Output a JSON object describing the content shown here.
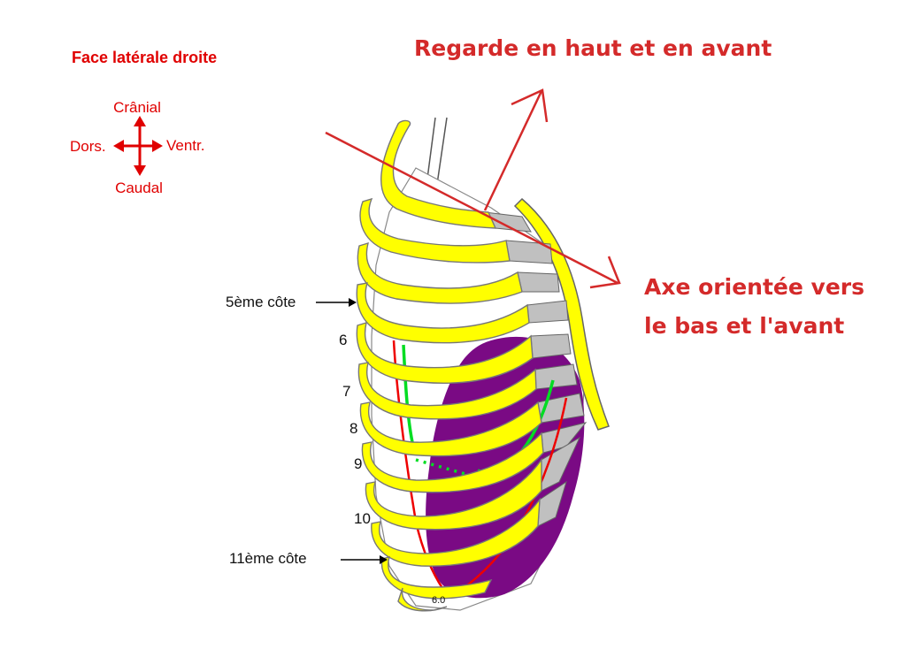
{
  "title": "Face latérale droite",
  "orientation": {
    "cranial": "Crânial",
    "caudal": "Caudal",
    "dorsal": "Dors.",
    "ventral": "Ventr."
  },
  "annotations": {
    "look": "Regarde en haut et en avant",
    "axis_line1": "Axe orientée vers",
    "axis_line2": "le bas et l'avant"
  },
  "rib_labels": {
    "rib5": "5ème côte",
    "n6": "6",
    "n7": "7",
    "n8": "8",
    "n9": "9",
    "n10": "10",
    "rib11": "11ème côte",
    "bottom": "6.0"
  },
  "colors": {
    "rib": "#ffff00",
    "rib_outline": "#777777",
    "cartilage": "#c0c0c0",
    "liver": "#7a0a84",
    "annotation_red": "#d42a2a",
    "pleura_green": "#00dd22",
    "line_red": "#ee0000"
  }
}
